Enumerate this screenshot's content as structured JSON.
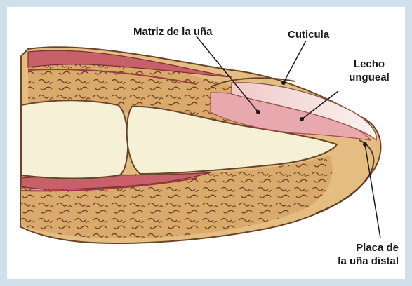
{
  "labels": {
    "matrix": "Matriz de la uña",
    "cuticle": "Cuticula",
    "bed_line1": "Lecho",
    "bed_line2": "ungueal",
    "plate_line1": "Placa de",
    "plate_line2": "la uña distal"
  },
  "colors": {
    "frame": "#cfe0ec",
    "tissue": "#d9aa6b",
    "bone": "#f6f1d6",
    "muscle": "#c8606a",
    "nail": "#f3dede",
    "outline": "#5a3a26"
  }
}
